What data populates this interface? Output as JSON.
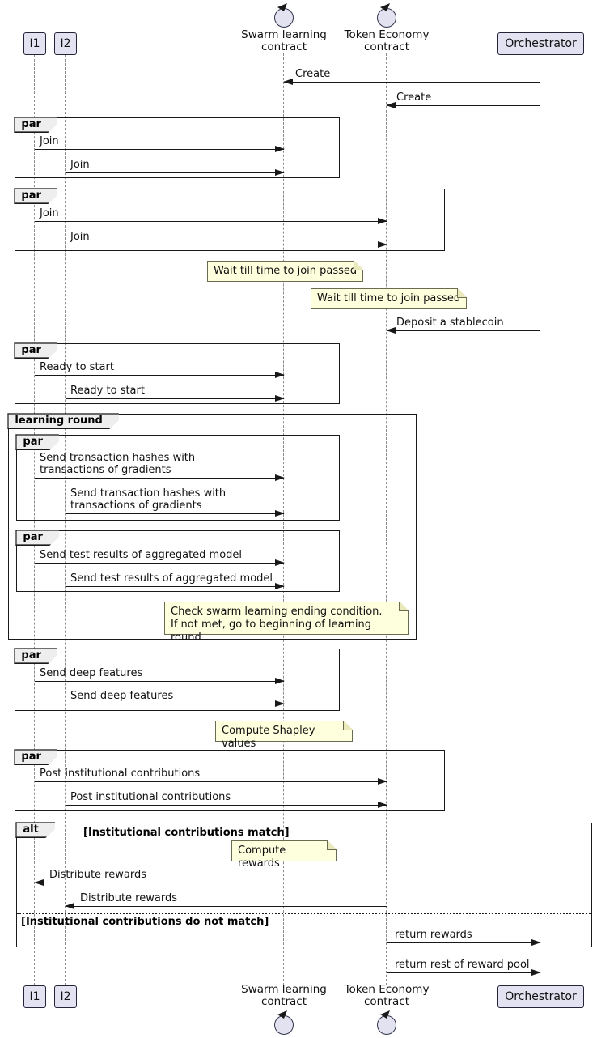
{
  "title": "Swarm learning token economy sequence diagram",
  "colors": {
    "participant_fill": "#E2E2F0",
    "participant_border": "#23233a",
    "note_fill": "#FEFFDD",
    "frame_header_fill": "#EEEEEE",
    "line_color": "#181818",
    "lifeline_color": "#8a8a8a"
  },
  "participants": {
    "i1": "I1",
    "i2": "I2",
    "swarm": "Swarm learning\ncontract",
    "token": "Token Economy\ncontract",
    "orchestrator": "Orchestrator"
  },
  "fragments": {
    "par": "par",
    "learning_round": "learning round",
    "alt": "alt",
    "guard_match": "[Institutional contributions match]",
    "guard_no_match": "[Institutional contributions do not match]"
  },
  "messages": [
    {
      "label": "Create",
      "from": "Orchestrator",
      "to": "Swarm learning contract"
    },
    {
      "label": "Create",
      "from": "Orchestrator",
      "to": "Token Economy contract"
    },
    {
      "label": "Join",
      "from": "I1",
      "to": "Swarm learning contract"
    },
    {
      "label": "Join",
      "from": "I2",
      "to": "Swarm learning contract"
    },
    {
      "label": "Join",
      "from": "I1",
      "to": "Token Economy contract"
    },
    {
      "label": "Join",
      "from": "I2",
      "to": "Token Economy contract"
    },
    {
      "label": "Deposit a stablecoin",
      "from": "Orchestrator",
      "to": "Token Economy contract"
    },
    {
      "label": "Ready to start",
      "from": "I1",
      "to": "Swarm learning contract"
    },
    {
      "label": "Ready to start",
      "from": "I2",
      "to": "Swarm learning contract"
    },
    {
      "label": "Send transaction hashes with\ntransactions of gradients",
      "from": "I1",
      "to": "Swarm learning contract"
    },
    {
      "label": "Send transaction hashes with\ntransactions of gradients",
      "from": "I2",
      "to": "Swarm learning contract"
    },
    {
      "label": "Send test results of aggregated model",
      "from": "I1",
      "to": "Swarm learning contract"
    },
    {
      "label": "Send test results of aggregated model",
      "from": "I2",
      "to": "Swarm learning contract"
    },
    {
      "label": "Send deep features",
      "from": "I1",
      "to": "Swarm learning contract"
    },
    {
      "label": "Send deep features",
      "from": "I2",
      "to": "Swarm learning contract"
    },
    {
      "label": "Post institutional contributions",
      "from": "I1",
      "to": "Token Economy contract"
    },
    {
      "label": "Post institutional contributions",
      "from": "I2",
      "to": "Token Economy contract"
    },
    {
      "label": "Distribute rewards",
      "from": "Token Economy contract",
      "to": "I1"
    },
    {
      "label": "Distribute rewards",
      "from": "Token Economy contract",
      "to": "I2"
    },
    {
      "label": "return rewards",
      "from": "Token Economy contract",
      "to": "Orchestrator"
    },
    {
      "label": "return rest of reward pool",
      "from": "Token Economy contract",
      "to": "Orchestrator"
    }
  ],
  "notes": [
    "Wait till time to join passed",
    "Wait till time to join passed",
    "Check swarm learning ending condition.\nIf not met, go to beginning of learning round",
    "Compute Shapley values",
    "Compute rewards"
  ]
}
